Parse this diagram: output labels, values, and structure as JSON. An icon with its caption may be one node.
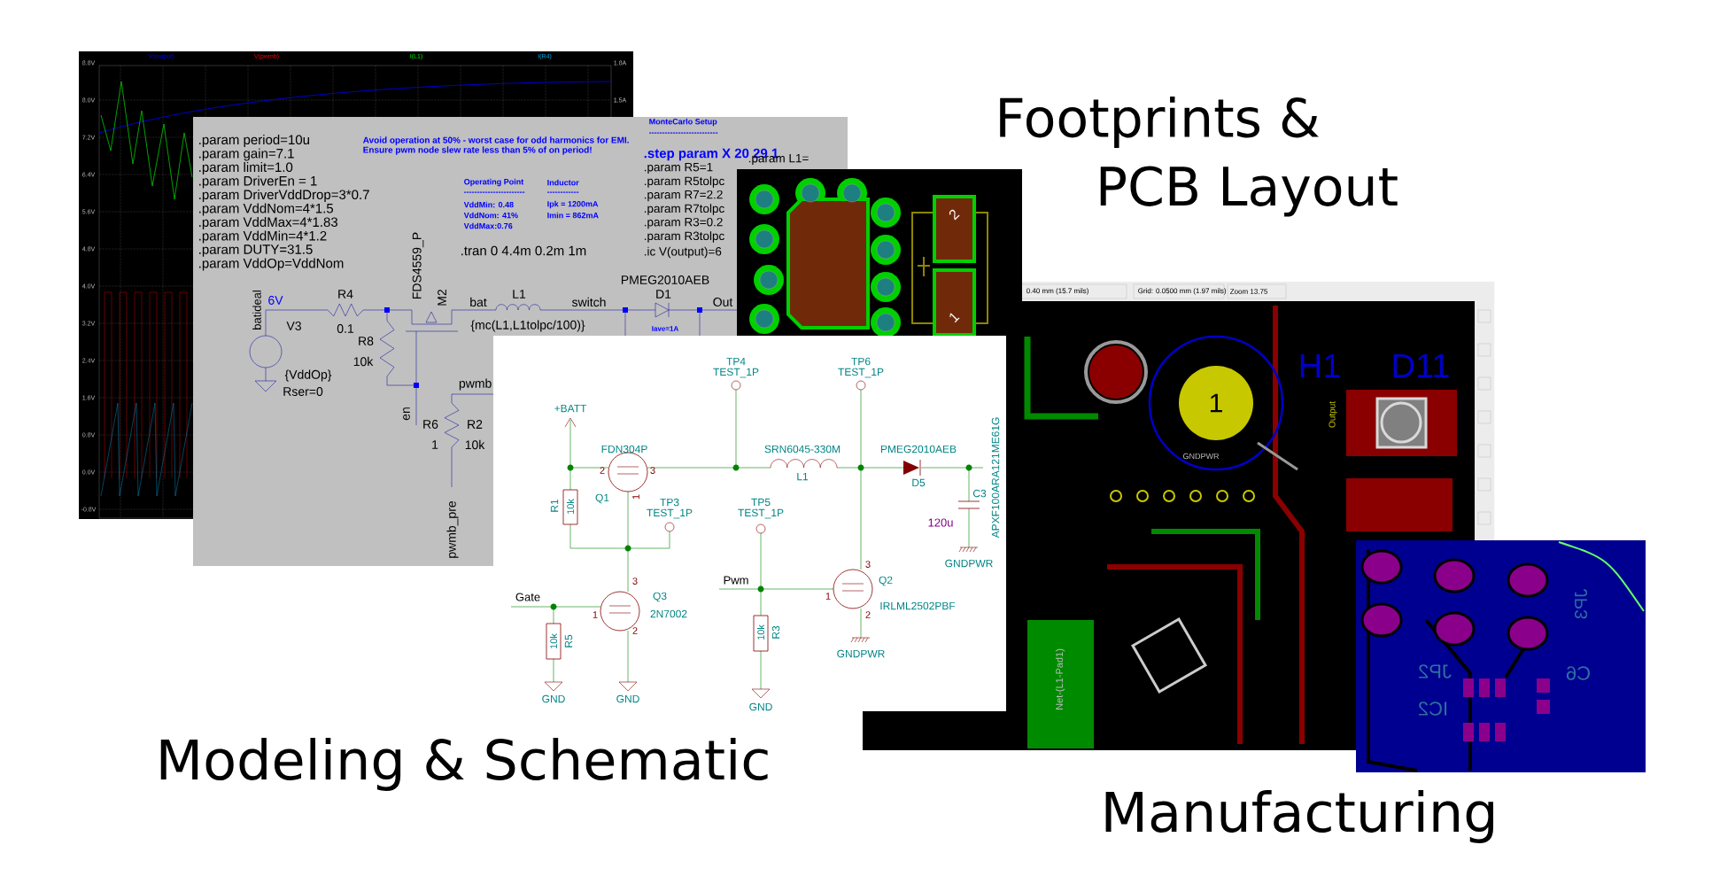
{
  "diagram": {
    "labels": [
      "V(output)",
      "V(pwmb)",
      "I(L1)",
      "I(R4)",
      "8.8V",
      "1.8A",
      "8.0V",
      "1.5A",
      "7.2V",
      "6.4V",
      "5.6V",
      "4.8V",
      "4.0V",
      "3.2V",
      "2.4V",
      "1.6V",
      "0.8V",
      "0.0V",
      "-0.8V",
      "MonteCarlo Setup",
      "--------------------------",
      ".param period=10u",
      "Avoid operation at 50% - worst case for odd harmonics for EMI.",
      ".param gain=7.1",
      "Ensure pwm node slew rate less than 5% of on period!",
      ".step param X 20 29 1",
      ".param L1=",
      ".param limit=1.0",
      ".param R5=1",
      ".param DriverEn = 1",
      "Operating Point",
      "Inductor",
      ".param R5tolpc",
      ".param DriverVddDrop=3*0.7",
      "-----------------------",
      "------------",
      ".param R7=2.2",
      ".param VddNom=4*1.5",
      "VddMin: 0.48",
      "Ipk = 1200mA",
      ".param R7tolpc",
      ".param VddMax=4*1.83",
      "VddNom: 41%",
      "Imin = 862mA",
      "VddMax:0.76",
      ".param R3=0.2",
      ".param VddMin=4*1.2",
      ".param R3tolpc",
      ".param DUTY=31.5",
      ".tran 0 4.4m 0.2m 1m",
      ".ic V(output)=6",
      ".param VddOp=VddNom",
      "FDS4559_P",
      "PMEG2010AEB",
      "R4",
      "M2",
      "L1",
      "D1",
      "batideal",
      "6V",
      "bat",
      "switch",
      "Out",
      "V3",
      "0.1",
      "{mc(L1,L1tolpc/100)}",
      "Iave=1A",
      "R8",
      "10k",
      "{VddOp}",
      "Rser=0",
      "pwmb",
      "en",
      "R6",
      "R2",
      "1",
      "10k",
      "pwmb_pre",
      "2",
      "1",
      "TP4",
      "TEST_1P",
      "TP6",
      "TEST_1P",
      "+BATT",
      "FDN304P",
      "SRN6045-330M",
      "PMEG2010AEB",
      "2",
      "3",
      "L1",
      "D5",
      "APXF100ARA121ME61G",
      "R1",
      "10k",
      "Q1",
      "1",
      "TP3",
      "TP5",
      "C3",
      "TEST_1P",
      "TEST_1P",
      "120u",
      "3",
      "GNDPWR",
      "3",
      "Pwm",
      "Q2",
      "Gate",
      "Q3",
      "1",
      "1",
      "2N7002",
      "2",
      "IRLML2502PBF",
      "10k",
      "R5",
      "2",
      "10k",
      "R3",
      "GNDPWR",
      "GND",
      "GND",
      "GND",
      "0.40 mm (15.7 mils)",
      "Grid: 0.0500 mm (1.97 mils)",
      "Zoom 13.75",
      "H1",
      "D11",
      "1",
      "Output",
      "GNDPWR",
      "Net-(L1-Pad1)",
      "JP3",
      "JP2",
      "C6",
      "IC2",
      "Footprints &",
      "PCB Layout",
      "Modeling & Schematic",
      "Manufacturing"
    ]
  }
}
